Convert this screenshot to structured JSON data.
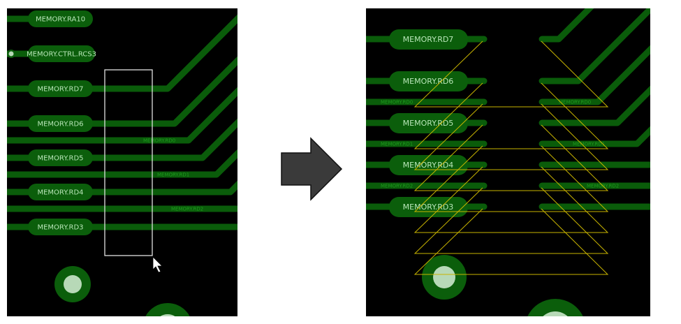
{
  "colors": {
    "board": "#000000",
    "trace": "#0a5c0a",
    "pad": "#0b5e0b",
    "via_inner": "#b7d9b7",
    "ratsnest": "#c8b400",
    "selection": "#e0e0e0",
    "arrow": "#3a3a3a"
  },
  "left_panel": {
    "pads": [
      {
        "label": "MEMORY.RA10",
        "row": 27
      },
      {
        "label": "MEMORY.CTRL.RCS3",
        "row": 77
      },
      {
        "label": "MEMORY.RD7",
        "row": 127
      },
      {
        "label": "MEMORY.RD6",
        "row": 177
      },
      {
        "label": "MEMORY.RD5",
        "row": 226
      },
      {
        "label": "MEMORY.RD4",
        "row": 275
      },
      {
        "label": "MEMORY.RD3",
        "row": 325
      }
    ],
    "trace_labels": [
      "MEMORY.RD0",
      "MEMORY.RD1",
      "MEMORY.RD2"
    ]
  },
  "right_panel": {
    "pads": [
      "MEMORY.RD7",
      "MEMORY.RD6",
      "MEMORY.RD5",
      "MEMORY.RD4",
      "MEMORY.RD3"
    ],
    "trace_labels": [
      "MEMORY.RD0",
      "MEMORY.RD1",
      "MEMORY.RD2"
    ]
  },
  "icons": {
    "arrow": "right-arrow-icon",
    "cursor": "mouse-pointer-icon"
  }
}
